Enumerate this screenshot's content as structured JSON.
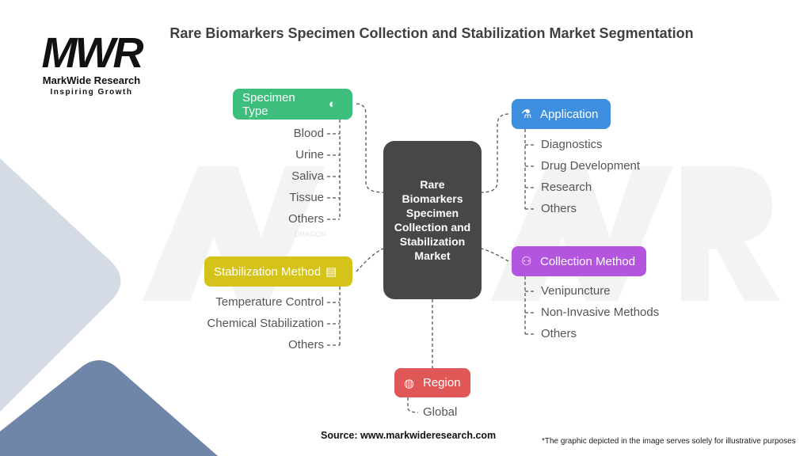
{
  "logo": {
    "mark": "MWR",
    "name": "MarkWide Research",
    "tagline": "Inspiring Growth"
  },
  "title": "Rare Biomarkers Specimen Collection and Stabilization Market Segmentation",
  "center": "Rare Biomarkers Specimen Collection and Stabilization Market",
  "watermark": "DRAGON",
  "branches": {
    "specimen": {
      "label": "Specimen Type",
      "icon": "test-tube-drop-icon",
      "color": "#3dbe7c",
      "items": [
        "Blood",
        "Urine",
        "Saliva",
        "Tissue",
        "Others"
      ]
    },
    "application": {
      "label": "Application",
      "icon": "microscope-icon",
      "color": "#3f8fe0",
      "items": [
        "Diagnostics",
        "Drug Development",
        "Research",
        "Others"
      ]
    },
    "stabilization": {
      "label": "Stabilization Method",
      "icon": "sample-container-icon",
      "color": "#d6c31a",
      "items": [
        "Temperature Control",
        "Chemical Stabilization",
        "Others"
      ]
    },
    "collection": {
      "label": "Collection Method",
      "icon": "patient-collection-icon",
      "color": "#b455e0",
      "items": [
        "Venipuncture",
        "Non-Invasive Methods",
        "Others"
      ]
    },
    "region": {
      "label": "Region",
      "icon": "globe-icon",
      "color": "#e05757",
      "items": [
        "Global"
      ]
    }
  },
  "footer": {
    "source": "Source: www.markwideresearch.com",
    "disclaimer": "*The graphic depicted in the image serves solely for illustrative purposes"
  }
}
